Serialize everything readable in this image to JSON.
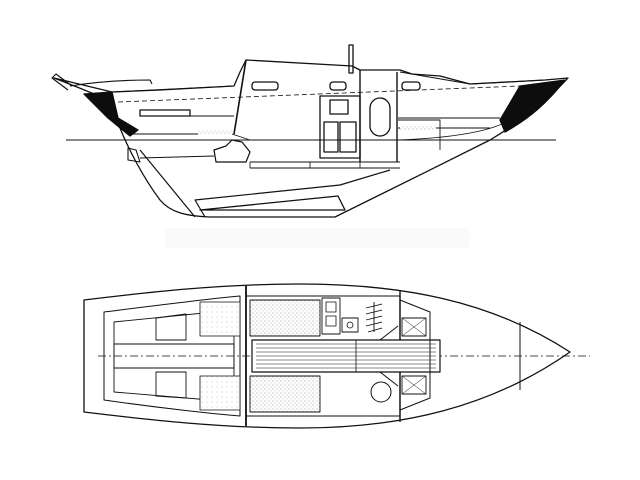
{
  "figure": {
    "views": [
      {
        "id": "profile",
        "description": "side"
      },
      {
        "id": "plan",
        "description": "top"
      }
    ],
    "colors": {
      "ink": "#111111",
      "fill_dark": "#0d0d0d",
      "stipple": "#9a9a9a",
      "paper": "#ffffff",
      "watermark": "#eeeeee"
    }
  }
}
